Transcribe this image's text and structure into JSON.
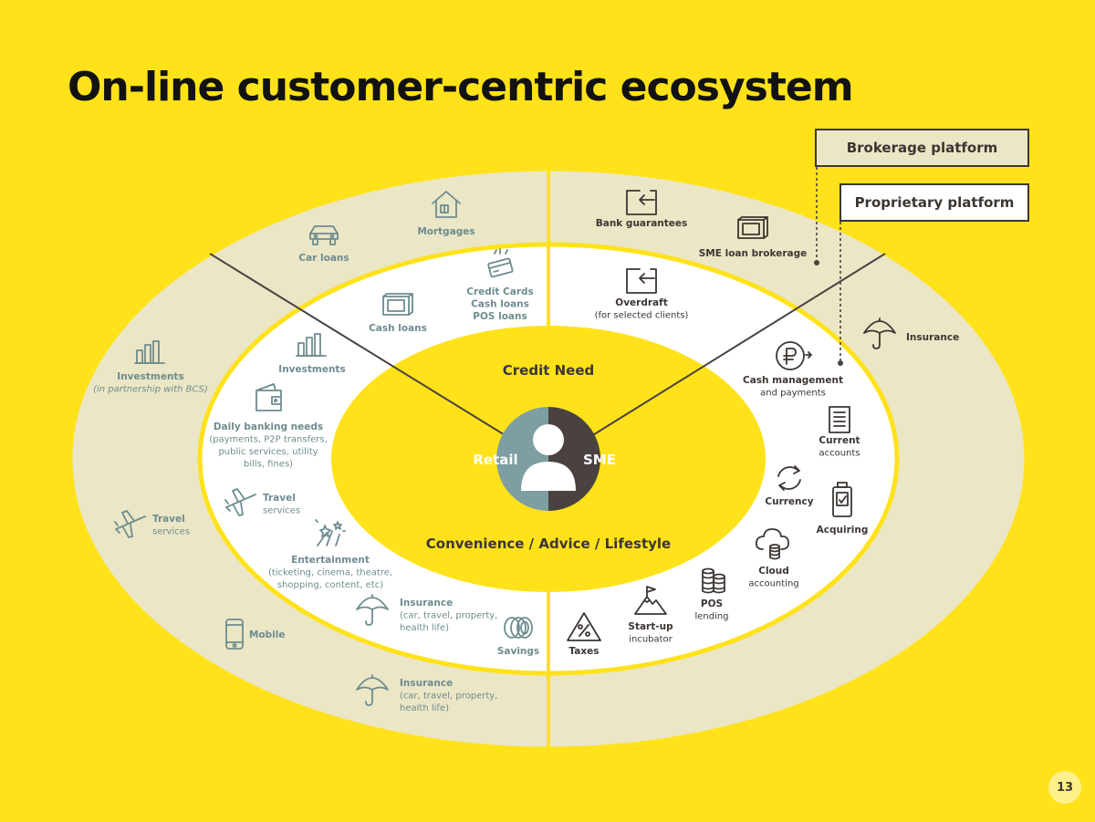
{
  "title": "On-line customer-centric ecosystem",
  "legend": {
    "brokerage": "Brokerage platform",
    "proprietary": "Proprietary platform"
  },
  "page_number": "13",
  "center": {
    "top_label": "Credit Need",
    "bottom_label": "Convenience / Advice / Lifestyle",
    "retail": "Retail",
    "sme": "SME"
  },
  "colors": {
    "background": "#FFE21A",
    "outer_ring": "#EBE6C6",
    "inner_ring": "#FFFFFF",
    "retail": "#7F9EA1",
    "sme": "#4A4240",
    "retail_text": "#6E8C8F",
    "sme_text": "#3C3633"
  },
  "retail": {
    "outer": [
      {
        "lines": [
          "Mortgages"
        ],
        "icon": "house-icon"
      },
      {
        "lines": [
          "Car loans"
        ],
        "icon": "car-icon"
      },
      {
        "lines": [
          "Investments",
          "(in partnership with BCS)"
        ],
        "icon": "bar-chart-icon"
      },
      {
        "lines": [
          "Travel",
          "services"
        ],
        "icon": "airplane-icon"
      },
      {
        "lines": [
          "Mobile"
        ],
        "icon": "mobile-phone-icon"
      },
      {
        "lines": [
          "Insurance",
          "(car, travel, property,",
          "health life)"
        ],
        "icon": "umbrella-icon"
      }
    ],
    "inner": [
      {
        "lines": [
          "Credit Cards",
          "Cash loans",
          "POS loans"
        ],
        "icon": "credit-card-icon"
      },
      {
        "lines": [
          "Cash loans"
        ],
        "icon": "banknotes-icon"
      },
      {
        "lines": [
          "Investments"
        ],
        "icon": "bar-chart-icon"
      },
      {
        "lines": [
          "Daily banking needs",
          "(payments, P2P transfers,",
          "public services, utility",
          "bills, fines)"
        ],
        "icon": "wallet-icon"
      },
      {
        "lines": [
          "Travel",
          "services"
        ],
        "icon": "airplane-icon"
      },
      {
        "lines": [
          "Entertainment",
          "(ticketing, cinema, theatre,",
          "shopping, content, etc)"
        ],
        "icon": "fireworks-icon"
      },
      {
        "lines": [
          "Insurance",
          "(car, travel, property,",
          "health life)"
        ],
        "icon": "umbrella-icon"
      },
      {
        "lines": [
          "Savings"
        ],
        "icon": "coins-icon"
      }
    ]
  },
  "sme": {
    "outer": [
      {
        "lines": [
          "Bank guarantees"
        ],
        "icon": "document-arrow-icon"
      },
      {
        "lines": [
          "SME loan brokerage"
        ],
        "icon": "banknotes-icon"
      },
      {
        "lines": [
          "Insurance"
        ],
        "icon": "umbrella-icon"
      }
    ],
    "inner": [
      {
        "lines": [
          "Overdraft",
          "(for selected clients)"
        ],
        "icon": "document-arrow-icon"
      },
      {
        "lines": [
          "Cash management",
          "and payments"
        ],
        "icon": "ruble-coin-icon"
      },
      {
        "lines": [
          "Current",
          "accounts"
        ],
        "icon": "document-list-icon"
      },
      {
        "lines": [
          "Currency"
        ],
        "icon": "exchange-arrows-icon"
      },
      {
        "lines": [
          "Acquiring"
        ],
        "icon": "card-terminal-icon"
      },
      {
        "lines": [
          "Cloud",
          "accounting"
        ],
        "icon": "cloud-coins-icon"
      },
      {
        "lines": [
          "POS",
          "lending"
        ],
        "icon": "coin-stacks-icon"
      },
      {
        "lines": [
          "Start-up",
          "incubator"
        ],
        "icon": "mountain-flag-icon"
      },
      {
        "lines": [
          "Taxes"
        ],
        "icon": "percent-triangle-icon"
      }
    ]
  }
}
